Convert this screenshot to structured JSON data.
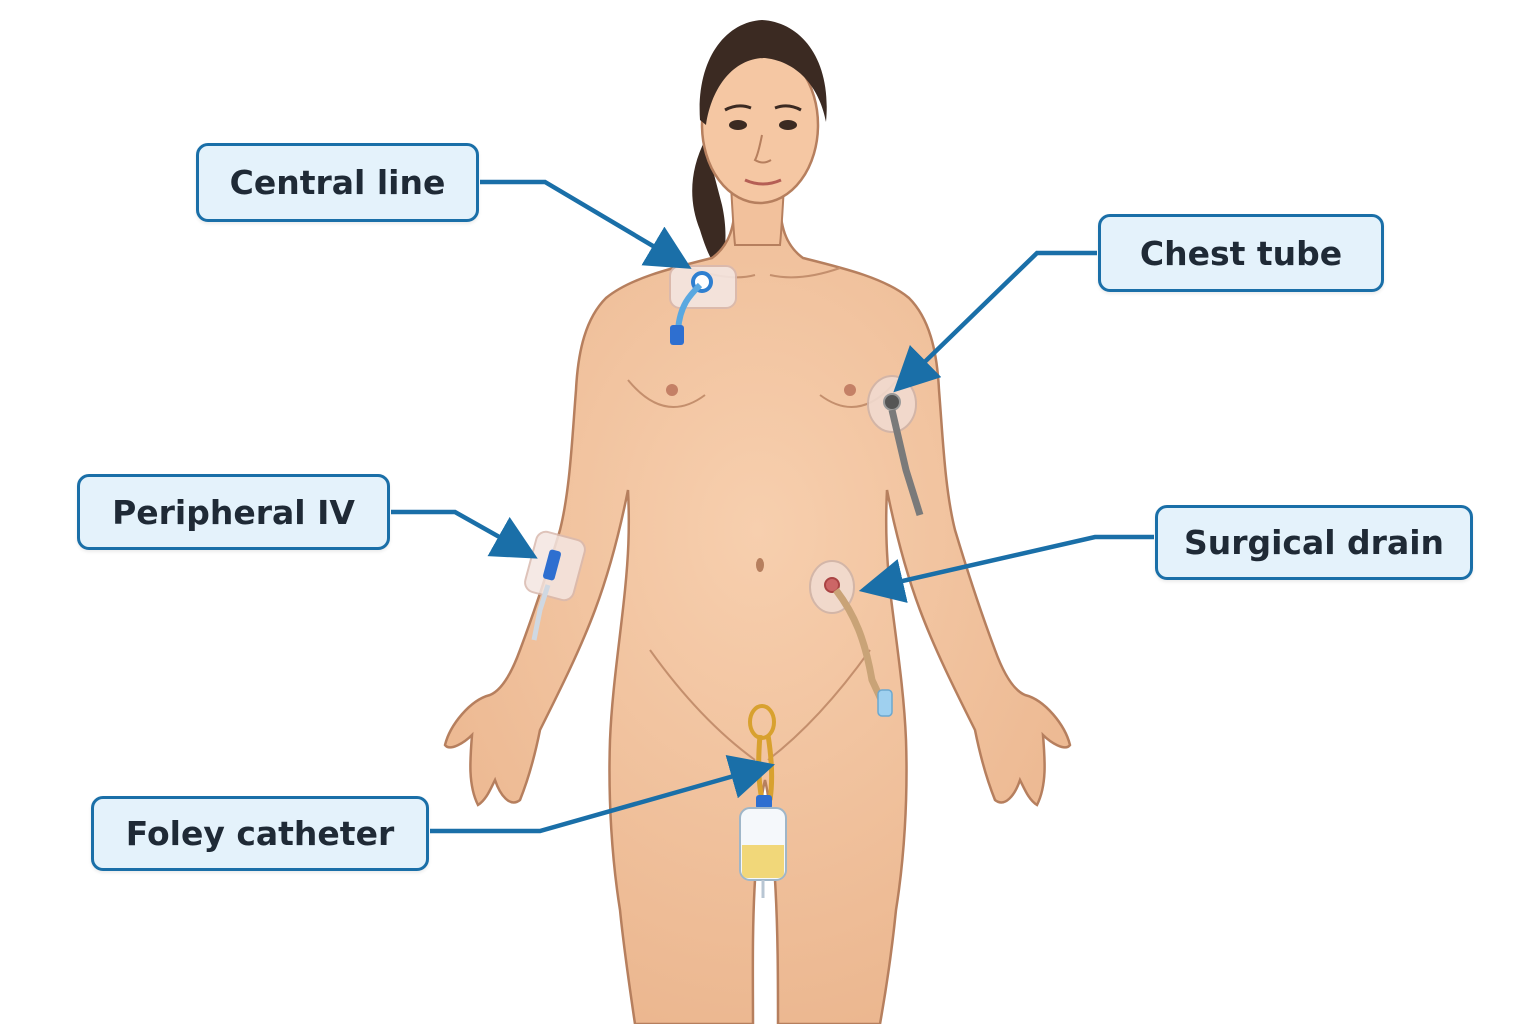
{
  "diagram": {
    "labels": {
      "central_line": "Central line",
      "chest_tube": "Chest tube",
      "peripheral_iv": "Peripheral IV",
      "surgical_drain": "Surgical drain",
      "foley_catheter": "Foley catheter"
    },
    "colors": {
      "callout_fill": "#e4f2fb",
      "callout_border": "#1a6fa8",
      "leader_line": "#1a6fa8",
      "skin": "#f2c19c",
      "skin_outline": "#b67f5e",
      "hair": "#3b2a22",
      "urine": "#f1d36a"
    }
  }
}
